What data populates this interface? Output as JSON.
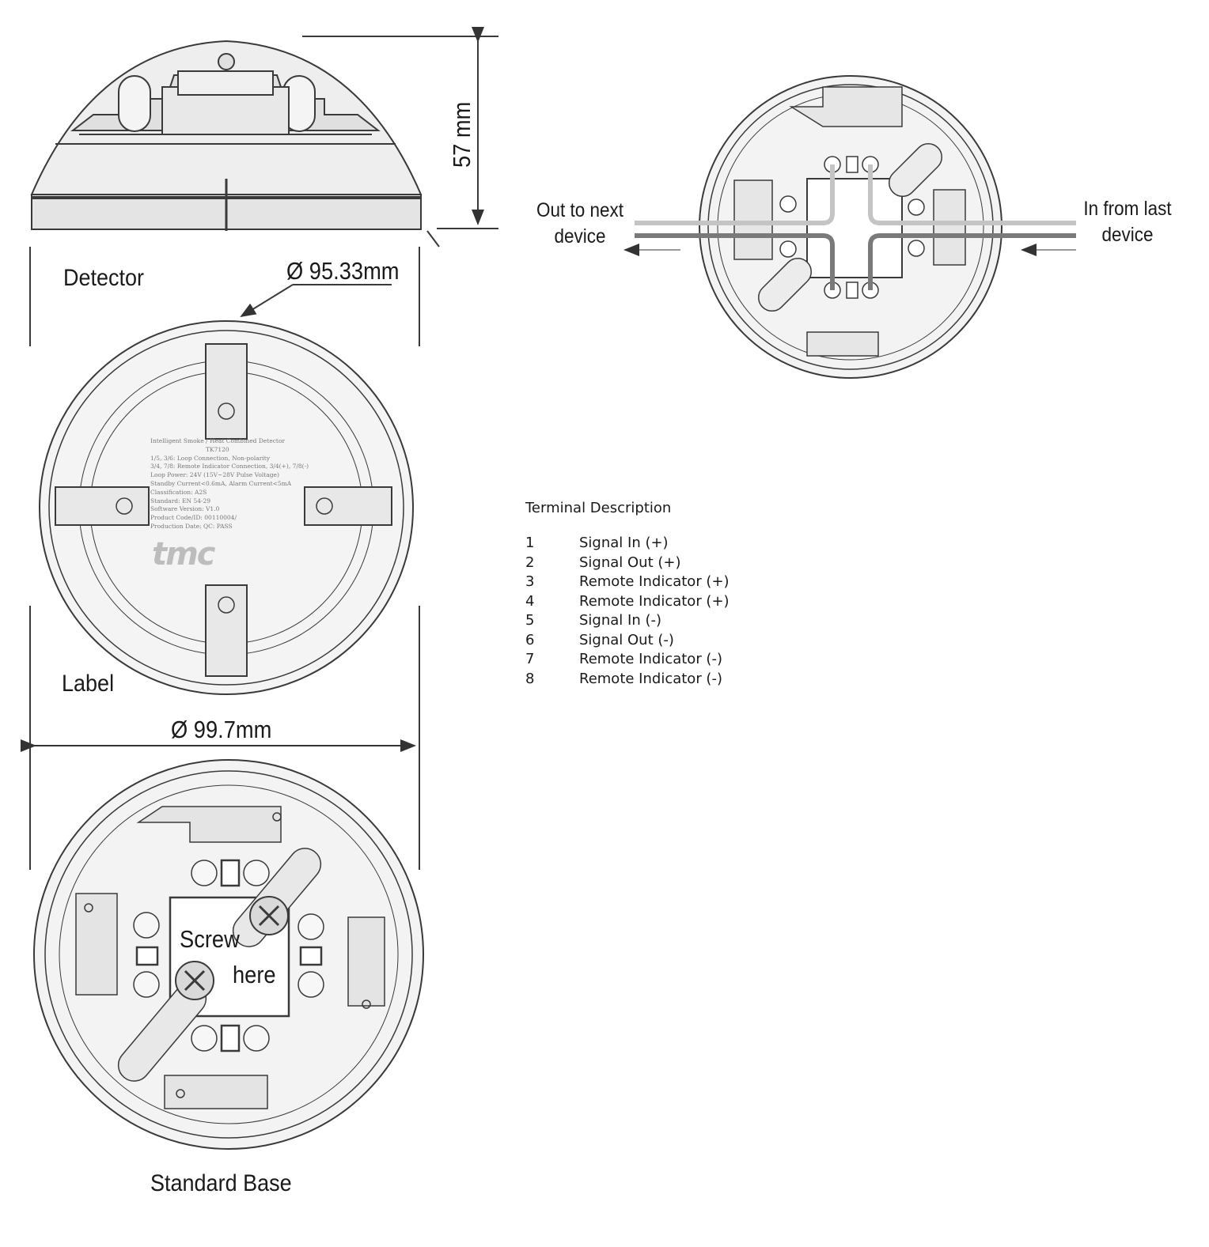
{
  "labels": {
    "detector": "Detector",
    "label": "Label",
    "standard_base": "Standard Base",
    "height_dim": "57 mm",
    "detector_diameter": "Ø 95.33mm",
    "base_diameter": "Ø 99.7mm",
    "screw_line1": "Screw",
    "screw_line2": "here"
  },
  "wiring": {
    "out_label": [
      "Out to next",
      "device"
    ],
    "in_label": [
      "In from last",
      "device"
    ]
  },
  "terminals": {
    "heading": "Terminal Description",
    "rows": [
      {
        "num": "1",
        "desc": "Signal In (+)"
      },
      {
        "num": "2",
        "desc": "Signal Out (+)"
      },
      {
        "num": "3",
        "desc": "Remote Indicator (+)"
      },
      {
        "num": "4",
        "desc": "Remote Indicator (+)"
      },
      {
        "num": "5",
        "desc": "Signal In (-)"
      },
      {
        "num": "6",
        "desc": "Signal Out (-)"
      },
      {
        "num": "7",
        "desc": "Remote Indicator (-)"
      },
      {
        "num": "8",
        "desc": "Remote Indicator (-)"
      }
    ]
  },
  "device_label": {
    "logo": "tmc",
    "lines": [
      "Intelligent Smoke / Heat Combined Detector",
      "TK7120",
      "1/5, 3/6: Loop Connection, Non-polarity",
      "3/4, 7/8: Remote Indicator Connection, 3/4(+), 7/8(-)",
      "Loop Power: 24V (15V~28V Pulse Voltage)",
      "Standby Current<0.6mA, Alarm Current<5mA",
      "Classification: A2S",
      "Standard: EN 54-29",
      "Software Version: V1.0",
      "Product Code/ID: 00110004/",
      "Production Date:          QC:     PASS"
    ]
  },
  "colors": {
    "line": "#3a3a3a",
    "fill_light": "#eeeeee",
    "fill_mid": "#d9d9d9",
    "wire_light": "#c4c4c4",
    "wire_dark": "#7a7a7a"
  }
}
